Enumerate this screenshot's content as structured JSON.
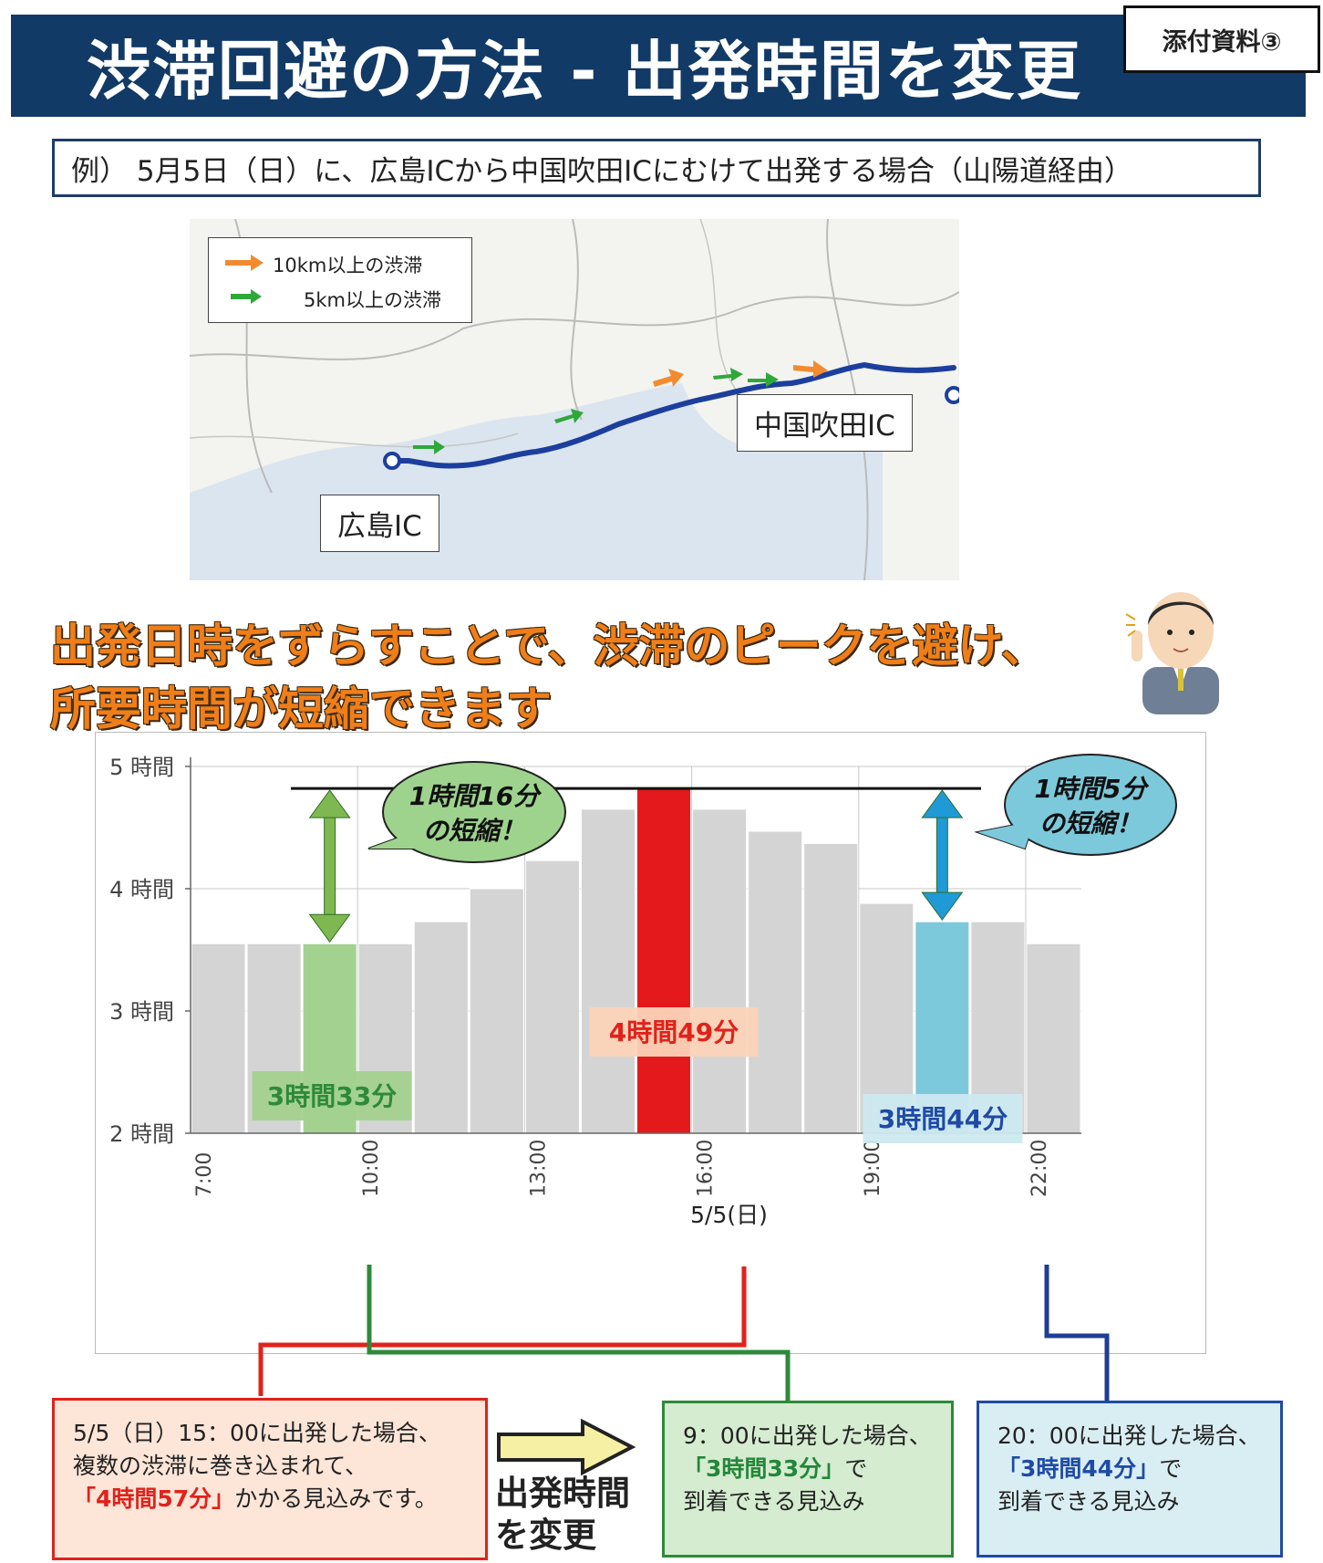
{
  "header": {
    "title": "渋滞回避の方法 - 出発時間を変更",
    "tag": "添付資料③"
  },
  "example": "例） 5月5日（日）に、広島ICから中国吹田ICにむけて出発する場合（山陽道経由）",
  "map": {
    "legend": [
      {
        "label": "10km以上の渋滞",
        "color": "#f28b30"
      },
      {
        "label": "5km以上の渋滞",
        "color": "#2fa83a"
      }
    ],
    "origin": "広島IC",
    "destination": "中国吹田IC",
    "route_color": "#1c3f9e"
  },
  "headline": {
    "line1": "出発日時をずらすことで、渋滞のピークを避け、",
    "line2": "所要時間が短縮できます"
  },
  "chart_data": {
    "type": "bar",
    "xlabel": "5/5(日)",
    "ylabel": "",
    "y_tick_labels": [
      "5 時間",
      "4 時間",
      "3 時間",
      "2 時間"
    ],
    "ylim": [
      2,
      5
    ],
    "x_tick_labels": [
      "7:00",
      "10:00",
      "13:00",
      "16:00",
      "19:00",
      "22:00"
    ],
    "categories": [
      "7:00",
      "8:00",
      "9:00",
      "10:00",
      "11:00",
      "12:00",
      "13:00",
      "14:00",
      "15:00",
      "16:00",
      "17:00",
      "18:00",
      "19:00",
      "20:00",
      "21:00",
      "22:00"
    ],
    "values": [
      3.55,
      3.55,
      3.55,
      3.55,
      3.73,
      4.0,
      4.23,
      4.65,
      4.82,
      4.65,
      4.47,
      4.37,
      3.88,
      3.73,
      3.73,
      3.55
    ],
    "highlights": [
      {
        "category": "9:00",
        "color": "#a3d18f",
        "label": "3時間33分",
        "label_color": "#2e8a3a",
        "label_bg": "#a3d18f"
      },
      {
        "category": "15:00",
        "color": "#e3191b",
        "label": "4時間49分",
        "label_color": "#e0221b",
        "label_bg": "#fbd3b8"
      },
      {
        "category": "20:00",
        "color": "#7dc9dc",
        "label": "3時間44分",
        "label_color": "#1f4aa6",
        "label_bg": "#cde9f0"
      }
    ],
    "callouts": [
      {
        "line1": "1時間16分",
        "line2": "の短縮！",
        "color": "#9ed38d"
      },
      {
        "line1": "1時間5分",
        "line2": "の短縮！",
        "color": "#7dc9dc"
      }
    ],
    "grid": true
  },
  "info": {
    "red": {
      "line1": "5/5（日）15：00に出発した場合、",
      "line2": "複数の渋滞に巻き込まれて、",
      "highlight": "「4時間57分」",
      "line3_rest": "かかる見込みです。"
    },
    "change": {
      "line1": "出発時間",
      "line2": "を変更"
    },
    "green": {
      "line1": "9：00に出発した場合、",
      "highlight": "「3時間33分」",
      "line2_rest": "で",
      "line3": "到着できる見込み"
    },
    "blue": {
      "line1": "20：00に出発した場合、",
      "highlight": "「3時間44分」",
      "line2_rest": "で",
      "line3": "到着できる見込み"
    }
  }
}
